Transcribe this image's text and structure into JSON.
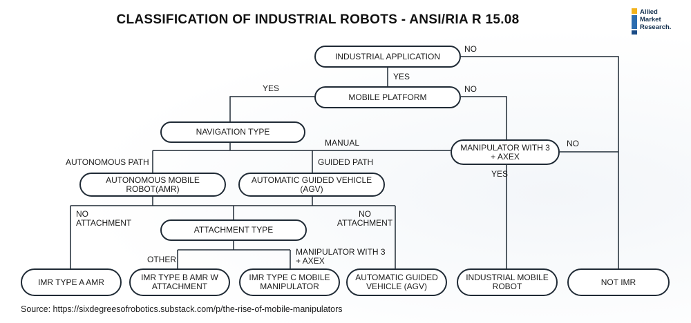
{
  "title": "CLASSIFICATION OF INDUSTRIAL ROBOTS - ANSI/RIA R 15.08",
  "logo": {
    "lines": [
      "Allied",
      "Market",
      "Research."
    ]
  },
  "nodes": {
    "industrial_application": "INDUSTRIAL APPLICATION",
    "mobile_platform": "MOBILE PLATFORM",
    "navigation_type": "NAVIGATION TYPE",
    "manipulator_3_axex": "MANIPULATOR WITH 3 + AXEX",
    "amr": "AUTONOMOUS MOBILE ROBOT(AMR)",
    "agv_top": "AUTOMATIC GUIDED VEHICLE (AGV)",
    "attachment_type": "ATTACHMENT TYPE",
    "imr_a": "IMR TYPE A AMR",
    "imr_b": "IMR TYPE B AMR W ATTACHMENT",
    "imr_c": "IMR TYPE C MOBILE MANIPULATOR",
    "agv_bottom": "AUTOMATIC GUIDED VEHICLE (AGV)",
    "industrial_mobile_robot": "INDUSTRIAL MOBILE ROBOT",
    "not_imr": "NOT IMR"
  },
  "edge_labels": {
    "no_1": "NO",
    "yes_1": "YES",
    "no_2": "NO",
    "yes_2": "YES",
    "manual": "MANUAL",
    "no_3": "NO",
    "autonomous_path": "AUTONOMOUS PATH",
    "guided_path": "GUIDED PATH",
    "yes_3": "YES",
    "no_attachment_left": "NO ATTACHMENT",
    "no_attachment_right": "NO ATTACHMENT",
    "other": "OTHER",
    "manipulator_axex": "MANIPULATOR WITH 3 + AXEX"
  },
  "source": "Source: https://sixdegreesofrobotics.substack.com/p/the-rise-of-mobile-manipulators",
  "colors": {
    "line": "#1f2a35",
    "text": "#1b1b1b"
  }
}
